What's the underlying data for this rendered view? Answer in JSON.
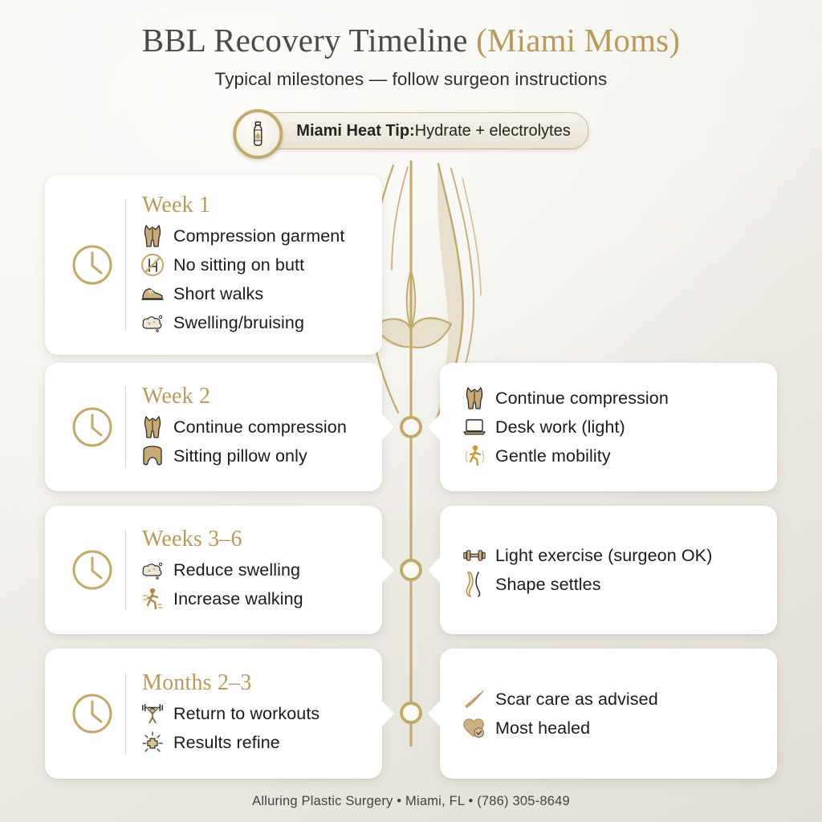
{
  "header": {
    "title_main": "BBL Recovery Timeline ",
    "title_accent": "(Miami Moms)",
    "subtitle": "Typical milestones — follow surgeon instructions"
  },
  "tip": {
    "icon": "water-bottle-icon",
    "label_bold": "Miami Heat Tip:",
    "label_rest": " Hydrate + electrolytes"
  },
  "colors": {
    "gold": "#b89a5c",
    "gold_line": "#c2a869",
    "card_bg": "#ffffff",
    "text": "#1c1b18",
    "bg_light": "#f8f7f3",
    "bg_dark": "#e0ddd4"
  },
  "rows": [
    {
      "stage": "Week 1",
      "clock_icon": "clock-icon",
      "left_items": [
        {
          "icon": "compression-garment-icon",
          "text": "Compression garment"
        },
        {
          "icon": "no-sitting-icon",
          "text": "No sitting on butt"
        },
        {
          "icon": "sneaker-icon",
          "text": "Short walks"
        },
        {
          "icon": "swelling-cloud-icon",
          "text": "Swelling/bruising"
        }
      ],
      "right_items": []
    },
    {
      "stage": "Week 2",
      "clock_icon": "clock-icon",
      "left_items": [
        {
          "icon": "compression-garment-icon",
          "text": "Continue compression"
        },
        {
          "icon": "sitting-pillow-icon",
          "text": "Sitting pillow only"
        }
      ],
      "right_items": [
        {
          "icon": "compression-garment-icon",
          "text": "Continue compression"
        },
        {
          "icon": "laptop-icon",
          "text": "Desk work (light)"
        },
        {
          "icon": "walking-person-icon",
          "text": "Gentle mobility"
        }
      ]
    },
    {
      "stage": "Weeks 3–6",
      "clock_icon": "clock-icon",
      "left_items": [
        {
          "icon": "swelling-cloud-icon",
          "text": "Reduce swelling"
        },
        {
          "icon": "walking-person-icon",
          "text": "Increase walking"
        }
      ],
      "right_items": [
        {
          "icon": "dumbbell-icon",
          "text": "Light exercise (surgeon OK)"
        },
        {
          "icon": "curve-shape-icon",
          "text": "Shape settles"
        }
      ]
    },
    {
      "stage": "Months 2–3",
      "clock_icon": "clock-icon",
      "left_items": [
        {
          "icon": "weightlifter-icon",
          "text": "Return to workouts"
        },
        {
          "icon": "sparkle-plus-icon",
          "text": "Results refine"
        }
      ],
      "right_items": [
        {
          "icon": "scar-care-icon",
          "text": "Scar care as advised"
        },
        {
          "icon": "heart-check-icon",
          "text": "Most healed"
        }
      ]
    }
  ],
  "footer": "Alluring Plastic Surgery • Miami, FL • (786) 305-8649"
}
